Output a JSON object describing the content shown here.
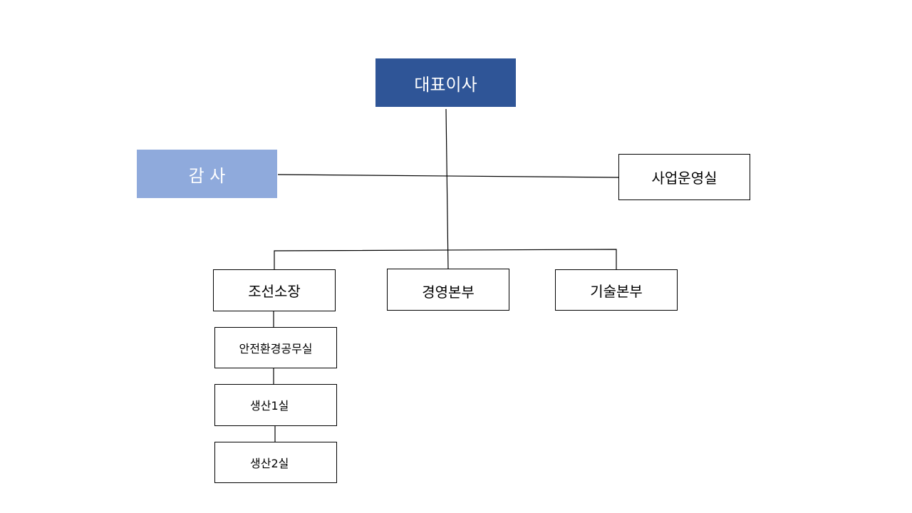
{
  "org_chart": {
    "ceo": {
      "label": "대표이사",
      "color": "#2F5597"
    },
    "auditor": {
      "label": "감 사",
      "color": "#8FAADC"
    },
    "business_ops_office": {
      "label": "사업운영실"
    },
    "shipyard_director": {
      "label": "조선소장"
    },
    "management_division": {
      "label": "경영본부"
    },
    "technical_division": {
      "label": "기술본부"
    },
    "safety_env_office": {
      "label": "안전환경공무실"
    },
    "production_1": {
      "label": "생산1실"
    },
    "production_2": {
      "label": "생산2실"
    }
  }
}
